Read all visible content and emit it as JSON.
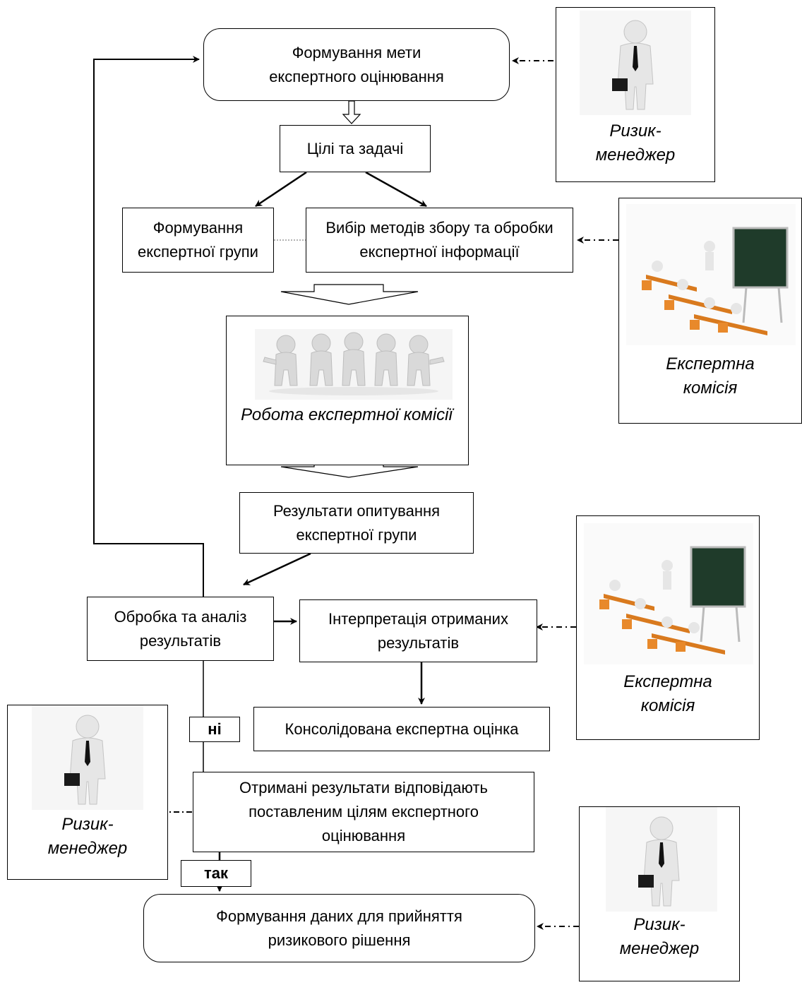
{
  "nodes": {
    "goal": "Формування мети експертного оцінювання",
    "tasks": "Цілі та задачі",
    "group": "Формування експертної групи",
    "methods": "Вибір методів збору та обробки експертної інформації",
    "commission_work": "Робота експертної комісії",
    "survey_results": "Результати опитування експертної групи",
    "processing": "Обробка та аналіз результатів",
    "interpretation": "Інтерпретація отриманих результатів",
    "consolidated": "Консолідована експертна оцінка",
    "check": "Отримані результати відповідають поставленим цілям експертного оцінювання",
    "decision_data": "Формування даних для прийняття ризикового рішення"
  },
  "branch_labels": {
    "no": "ні",
    "yes": "так"
  },
  "actors": {
    "risk_manager": "Ризик-менеджер",
    "expert_commission": "Експертна комісія"
  },
  "colors": {
    "line": "#000000",
    "board": "#1f3b2a",
    "chair": "#e8892b",
    "desk": "#d97a1e",
    "figure": "#e6e6e6"
  }
}
